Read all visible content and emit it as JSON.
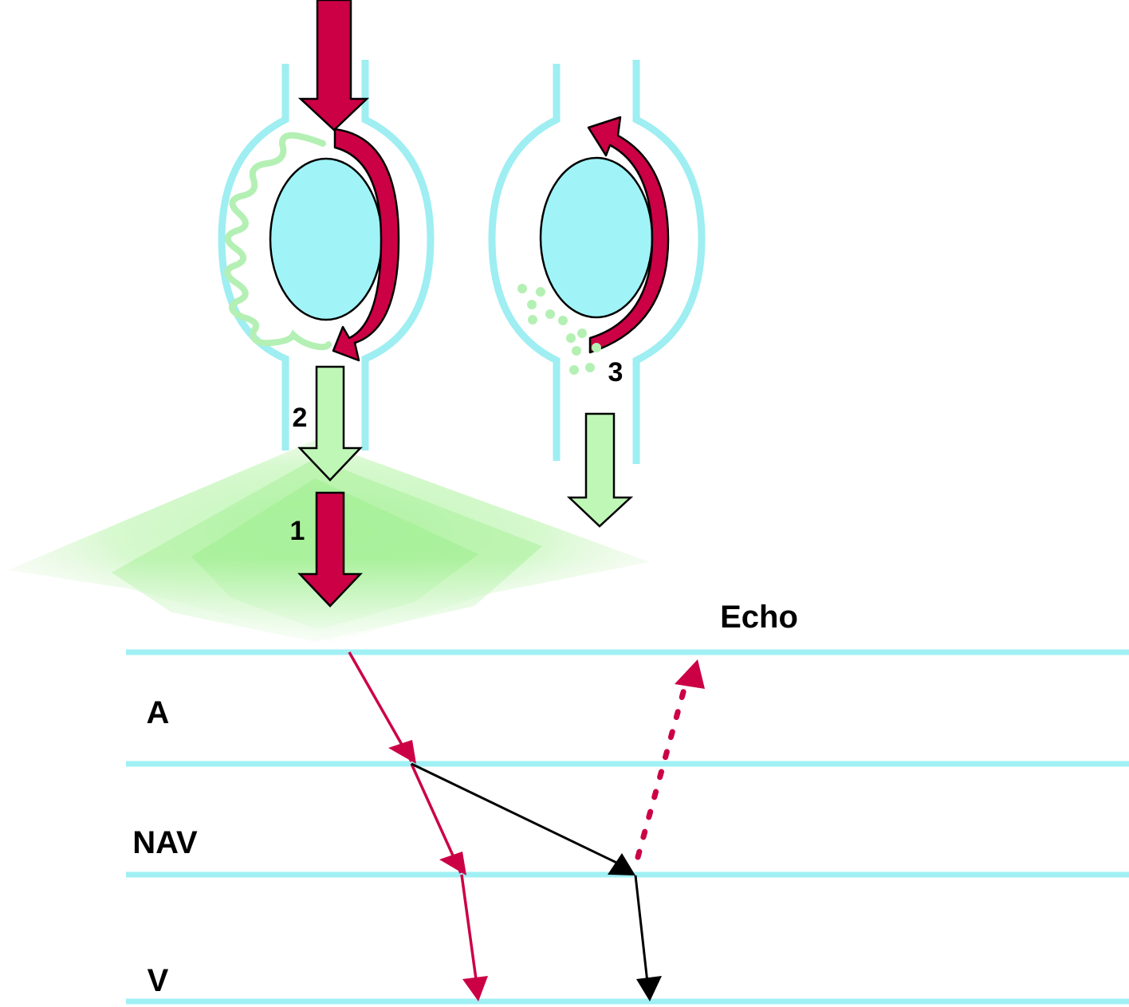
{
  "labels": {
    "echo": "Echo",
    "atrium": "A",
    "nav": "NAV",
    "ventricle": "V",
    "step1": "1",
    "step2": "2",
    "step3": "3"
  },
  "colors": {
    "conduction": "#cc0044",
    "tissue": "#a0f4f8",
    "tissue_outline": "#9eeef2",
    "slow_pathway": "#b4f0b4",
    "field": "#a6f298",
    "arrow_outline": "#000000",
    "background": "#ffffff"
  },
  "icons": {
    "tissue_cell": "oval-tissue-block",
    "impulse": "down-arrow",
    "reentry": "curved-arrow",
    "slow_conduction": "wavy-line",
    "particles": "dot-cluster"
  }
}
